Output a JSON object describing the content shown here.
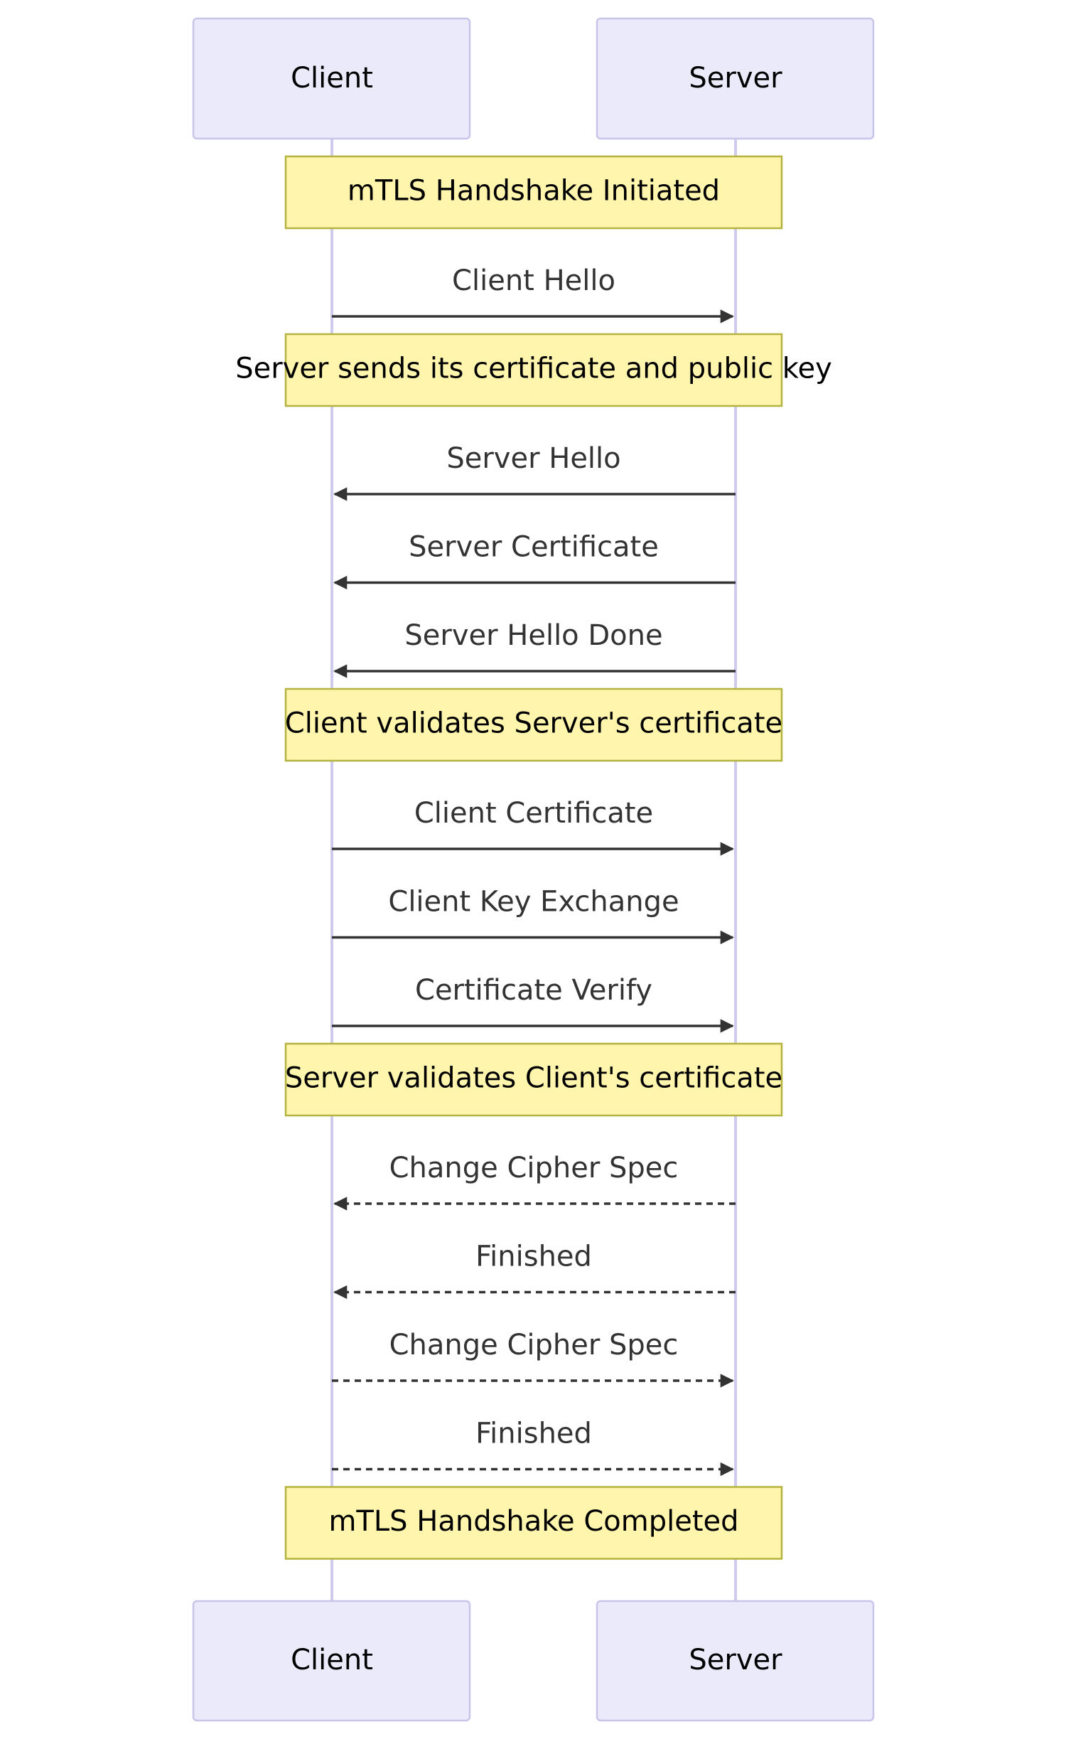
{
  "participants": [
    {
      "id": "client",
      "label": "Client"
    },
    {
      "id": "server",
      "label": "Server"
    }
  ],
  "steps": [
    {
      "kind": "note",
      "text": "mTLS Handshake Initiated"
    },
    {
      "kind": "message",
      "from": "client",
      "to": "server",
      "text": "Client Hello",
      "style": "solid"
    },
    {
      "kind": "note",
      "text": "Server sends its certificate and public key"
    },
    {
      "kind": "message",
      "from": "server",
      "to": "client",
      "text": "Server Hello",
      "style": "solid"
    },
    {
      "kind": "message",
      "from": "server",
      "to": "client",
      "text": "Server Certificate",
      "style": "solid"
    },
    {
      "kind": "message",
      "from": "server",
      "to": "client",
      "text": "Server Hello Done",
      "style": "solid"
    },
    {
      "kind": "note",
      "text": "Client validates Server's certificate"
    },
    {
      "kind": "message",
      "from": "client",
      "to": "server",
      "text": "Client Certificate",
      "style": "solid"
    },
    {
      "kind": "message",
      "from": "client",
      "to": "server",
      "text": "Client Key Exchange",
      "style": "solid"
    },
    {
      "kind": "message",
      "from": "client",
      "to": "server",
      "text": "Certificate Verify",
      "style": "solid"
    },
    {
      "kind": "note",
      "text": "Server validates Client's certificate"
    },
    {
      "kind": "message",
      "from": "server",
      "to": "client",
      "text": "Change Cipher Spec",
      "style": "dashed"
    },
    {
      "kind": "message",
      "from": "server",
      "to": "client",
      "text": "Finished",
      "style": "dashed"
    },
    {
      "kind": "message",
      "from": "client",
      "to": "server",
      "text": "Change Cipher Spec",
      "style": "dashed"
    },
    {
      "kind": "message",
      "from": "client",
      "to": "server",
      "text": "Finished",
      "style": "dashed"
    },
    {
      "kind": "note",
      "text": "mTLS Handshake Completed"
    }
  ],
  "colors": {
    "actor_fill": "#eaeafa",
    "actor_stroke": "#c9c4ea",
    "note_fill": "#fff5ad",
    "note_stroke": "#b5b33f",
    "message_line": "#333333"
  }
}
